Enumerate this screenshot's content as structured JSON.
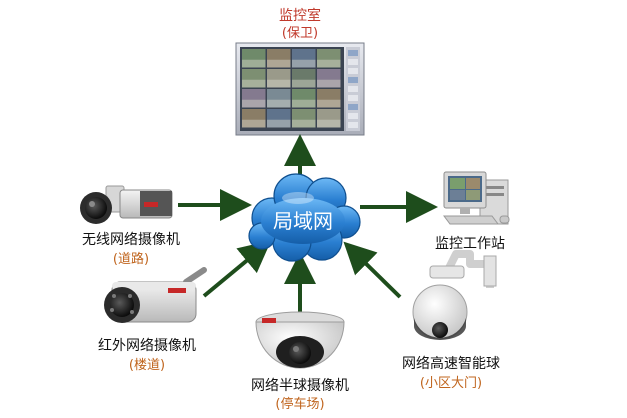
{
  "monitor_room": {
    "title": "监控室",
    "subtitle": "(保卫)"
  },
  "network": {
    "label": "局域网"
  },
  "workstation": {
    "label": "监控工作站"
  },
  "cameras": [
    {
      "name": "无线网络摄像机",
      "location": "(道路)"
    },
    {
      "name": "红外网络摄像机",
      "location": "(楼道)"
    },
    {
      "name": "网络半球摄像机",
      "location": "(停车场)"
    },
    {
      "name": "网络高速智能球",
      "location": "(小区大门)"
    }
  ],
  "colors": {
    "arrow": "#1e4d1c",
    "cloud": "#2a7fd1",
    "accent": "#c0392b",
    "location": "#c0651e"
  }
}
